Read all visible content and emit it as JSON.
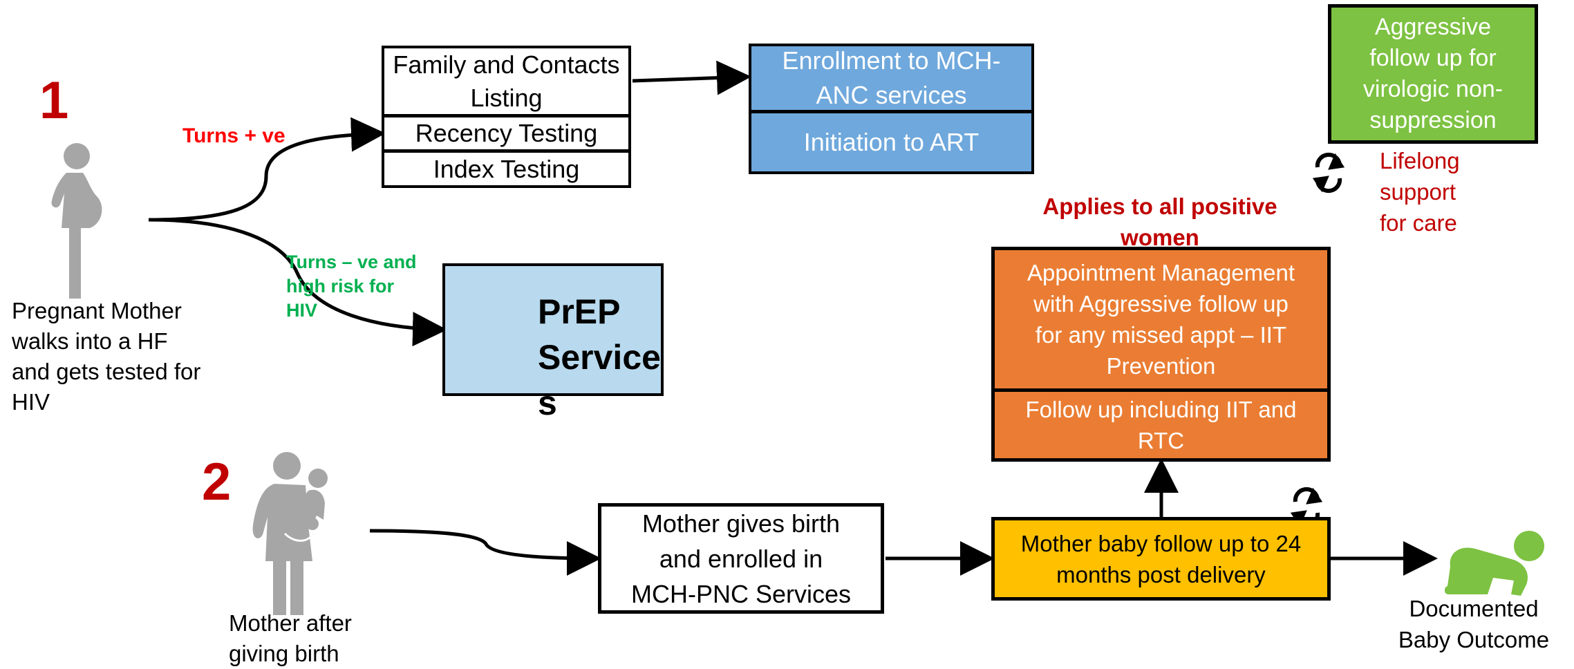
{
  "colors": {
    "red": "#c00000",
    "green_text": "#00b050",
    "blue_box": "#6fa8dc",
    "green_box": "#7dc242",
    "orange_box": "#ea7d33",
    "yellow_box": "#ffc000",
    "prep_box": "#b8d9ee",
    "figure_gray": "#a6a6a6",
    "baby_green": "#7dc242",
    "pill_blue": "#4a8ed6"
  },
  "step1": {
    "number": "1",
    "caption": [
      "Pregnant Mother",
      "walks into a HF",
      "and gets tested for",
      "HIV"
    ],
    "positive_label": "Turns + ve",
    "negative_label": [
      "Turns – ve and",
      "high risk for",
      "HIV"
    ],
    "testing_boxes": [
      "Family and Contacts Listing",
      "Recency Testing",
      "Index Testing"
    ],
    "enrollment_box": [
      "Enrollment to MCH-",
      "ANC services"
    ],
    "art_box": "Initiation to ART",
    "prep_box": [
      "PrEP",
      "Service",
      "s"
    ]
  },
  "step2": {
    "number": "2",
    "caption": [
      "Mother after",
      "giving birth"
    ],
    "birth_box": [
      "Mother gives birth",
      "and enrolled in",
      "MCH-PNC Services"
    ],
    "followup_box": [
      "Mother baby follow up to 24",
      "months post delivery"
    ],
    "outcome_caption": [
      "Documented",
      "Baby Outcome"
    ]
  },
  "care": {
    "applies_label": [
      "Applies to all positive",
      "women"
    ],
    "appointment_box": [
      "Appointment Management",
      "with Aggressive follow up",
      "for any missed appt – IIT",
      "Prevention"
    ],
    "iit_box": [
      "Follow up including IIT and",
      "RTC"
    ],
    "aggressive_box": [
      "Aggressive",
      "follow up for",
      "virologic non-",
      "suppression"
    ],
    "lifelong_label": [
      "Lifelong",
      "support",
      "for care"
    ]
  },
  "icons": [
    "pregnant-woman-icon",
    "mother-with-child-icon",
    "medicine-bottle-icon",
    "crawling-baby-icon",
    "refresh-cycle-icon"
  ]
}
